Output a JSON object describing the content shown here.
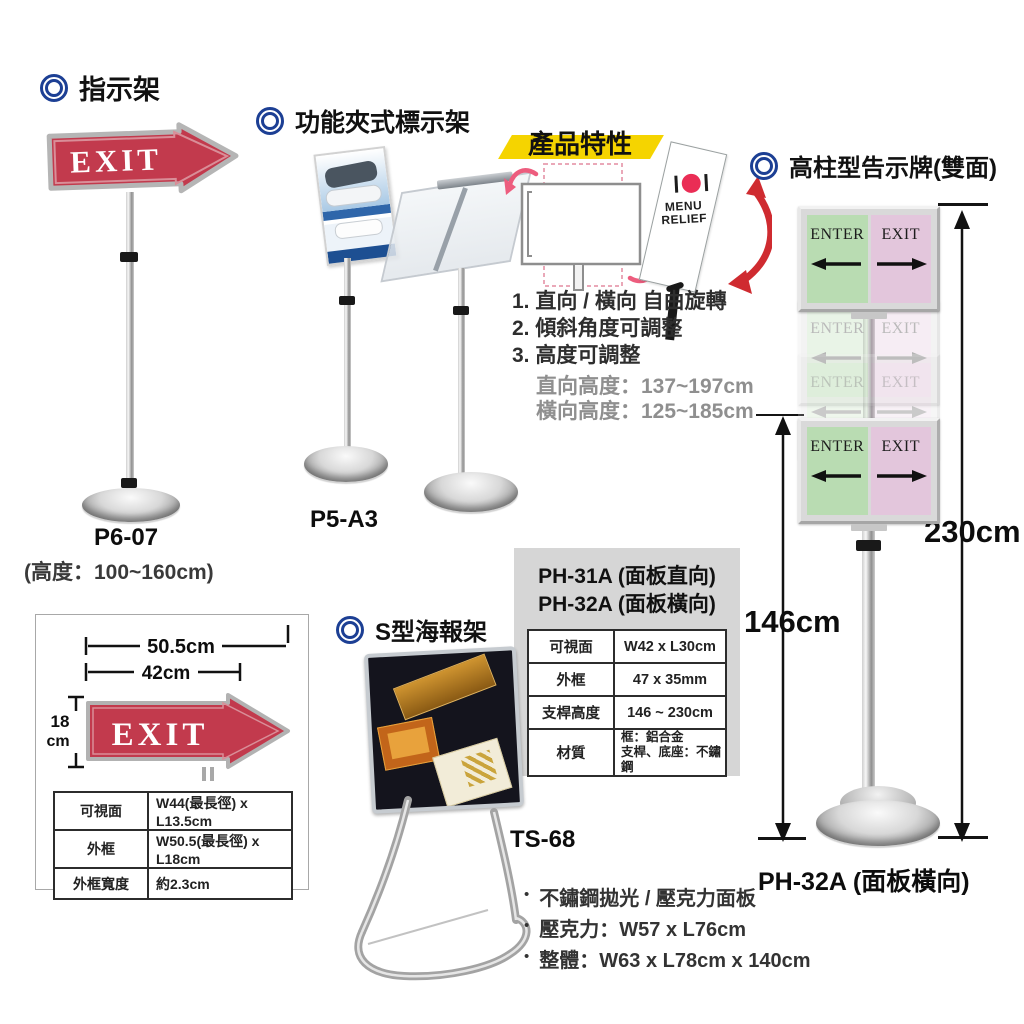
{
  "colors": {
    "accent_blue": "#1c3f94",
    "banner_yellow": "#f5d400",
    "sign_red": "#c23a4d",
    "panel_green": "#b9dcb2",
    "panel_pink": "#e3c6dc"
  },
  "pointer_section": {
    "title": "指示架",
    "sign_text": "EXIT",
    "model": "P6-07",
    "height_note": "(高度：100~160cm)"
  },
  "clip_section": {
    "title": "功能夾式標示架",
    "model": "P5-A3"
  },
  "features": {
    "banner": "產品特性",
    "menu_line1": "MENU",
    "menu_line2": "RELIEF",
    "item1": "1. 直向 / 橫向 自由旋轉",
    "item2": "2. 傾斜角度可調整",
    "item3": "3. 高度可調整",
    "height1": "直向高度：137~197cm",
    "height2": "橫向高度：125~185cm"
  },
  "column_section": {
    "title": "高柱型告示牌(雙面)",
    "enter_label": "ENTER",
    "exit_label": "EXIT",
    "total_height": "230cm",
    "lower_height": "146cm",
    "caption": "PH-32A (面板橫向)"
  },
  "ph_box": {
    "title1": "PH-31A (面板直向)",
    "title2": "PH-32A (面板橫向)",
    "rows": [
      {
        "label": "可視面",
        "value": "W42 x L30cm"
      },
      {
        "label": "外框",
        "value": "47 x 35mm"
      },
      {
        "label": "支桿高度",
        "value": "146 ~ 230cm"
      },
      {
        "label": "材質",
        "value": "框：鋁合金",
        "value2": "支桿、底座：不鏽鋼"
      }
    ]
  },
  "exit_box": {
    "sign_text": "EXIT",
    "dim_outer": "50.5cm",
    "dim_inner": "42cm",
    "dim_h_num": "18",
    "dim_h_unit": "cm",
    "rows": [
      {
        "label": "可視面",
        "value": "W44(最長徑) x L13.5cm"
      },
      {
        "label": "外框",
        "value": "W50.5(最長徑) x L18cm"
      },
      {
        "label": "外框寬度",
        "value": "約2.3cm"
      }
    ]
  },
  "s_section": {
    "title": "S型海報架",
    "model": "TS-68",
    "bullet1": "不鏽鋼拋光 / 壓克力面板",
    "bullet2": "壓克力：W57 x L76cm",
    "bullet3": "整體：W63 x L78cm x 140cm"
  }
}
